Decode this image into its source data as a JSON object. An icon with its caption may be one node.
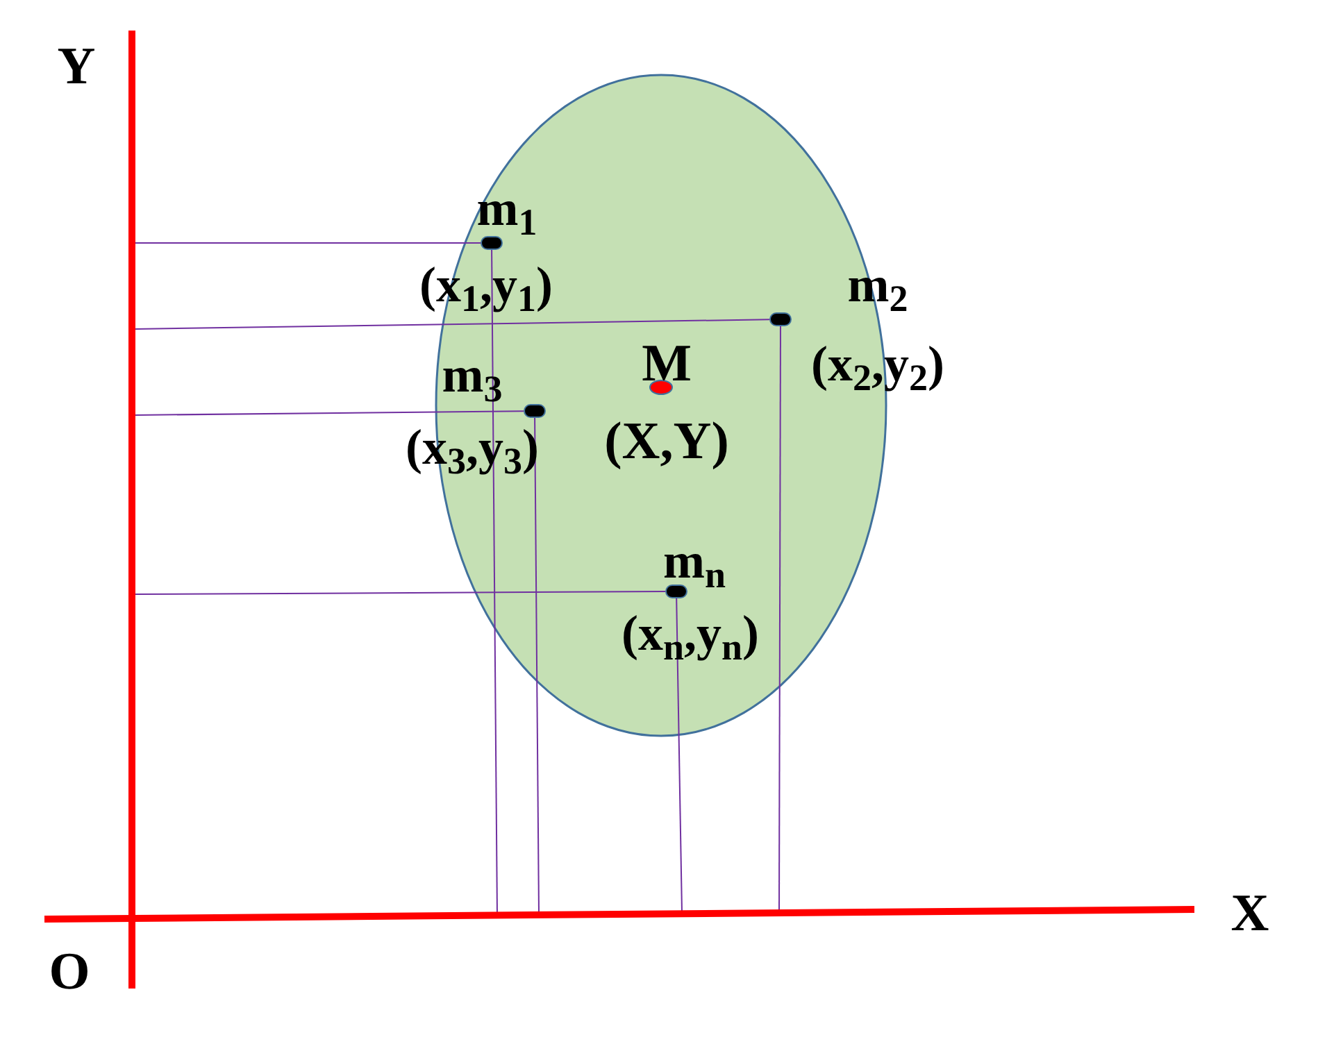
{
  "diagram": {
    "nodes": [
      {
        "text": [],
        "shape": "circle",
        "beside": [
          "m$_{1}$",
          "(x$_{1}$,y$_{1}$)"
        ]
      },
      {
        "text": [],
        "shape": "circle",
        "beside": [
          "m$_{2}$",
          "(x$_{2}$,y$_{2}$)"
        ]
      },
      {
        "text": [],
        "shape": "circle",
        "beside": [
          "m$_{3}$",
          "(x$_{3}$,y$_{3}$)"
        ]
      },
      {
        "text": [],
        "shape": "circle",
        "beside": [
          "m$_{n}$",
          "(x$_{n}$,y$_{n}$)"
        ]
      }
    ],
    "edges": [
      {
        "from": 0,
        "to": null,
        "arrow": "none"
      },
      {
        "from": 0,
        "to": null,
        "arrow": "none"
      },
      {
        "from": 1,
        "to": null,
        "arrow": "none"
      },
      {
        "from": 1,
        "to": null,
        "arrow": "none"
      },
      {
        "from": 2,
        "to": null,
        "arrow": "none"
      },
      {
        "from": 2,
        "to": null,
        "arrow": "none"
      },
      {
        "from": 3,
        "to": null,
        "arrow": "none"
      },
      {
        "from": 3,
        "to": null,
        "arrow": "none"
      }
    ],
    "labels": [
      "Y",
      "M",
      "(X,Y)",
      "X",
      "O"
    ]
  }
}
